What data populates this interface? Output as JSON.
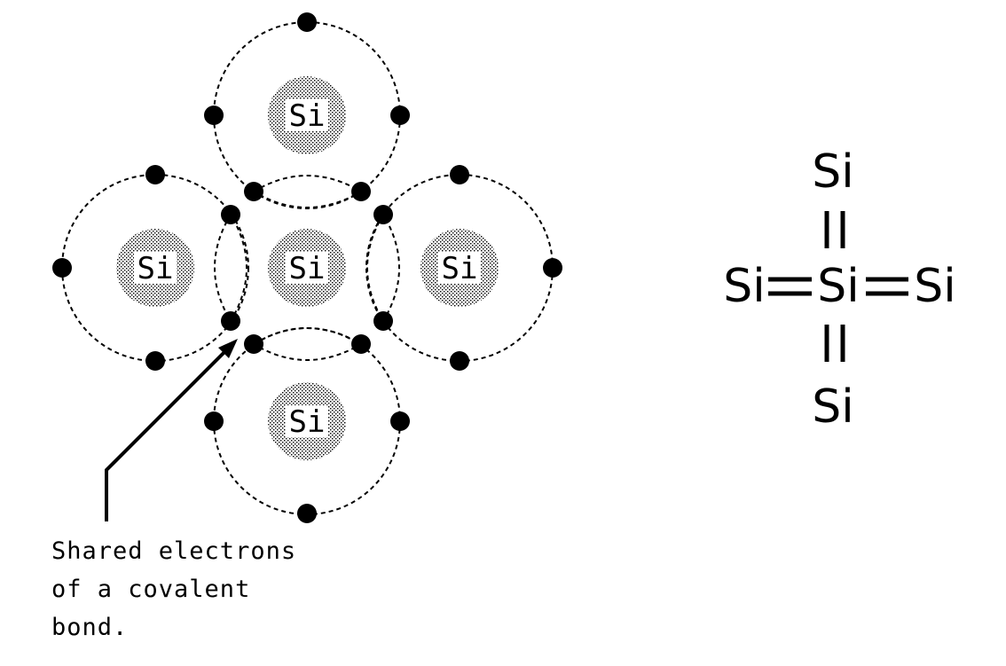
{
  "left_diagram": {
    "atoms": [
      {
        "id": "top",
        "symbol": "Si"
      },
      {
        "id": "left",
        "symbol": "Si"
      },
      {
        "id": "center",
        "symbol": "Si"
      },
      {
        "id": "right",
        "symbol": "Si"
      },
      {
        "id": "bottom",
        "symbol": "Si"
      }
    ],
    "caption_lines": [
      "Shared electrons",
      "of a covalent",
      "bond."
    ]
  },
  "structural_formula": {
    "center": "Si",
    "top": "Si",
    "bottom": "Si",
    "left": "Si",
    "right": "Si"
  }
}
